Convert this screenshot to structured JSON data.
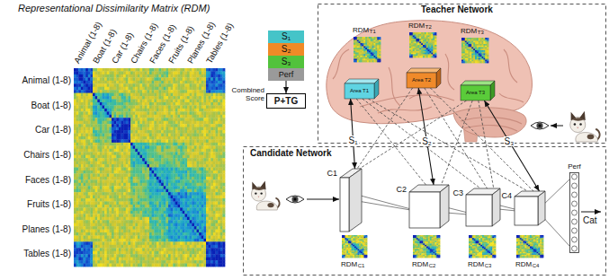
{
  "diagram": {
    "title": "Representational Dissimilarity Matrix (RDM)",
    "nodes": [
      {
        "text": [
          "S₁"
        ]
      },
      {
        "text": [
          "S₂"
        ]
      },
      {
        "text": [
          "S₃"
        ]
      },
      {
        "text": [
          "Perf"
        ]
      },
      {
        "text": [
          "P+TG"
        ]
      },
      {
        "text": [
          "Teacher Network"
        ]
      },
      {
        "text": [
          "Area T1"
        ],
        "in": 5
      },
      {
        "text": [
          "Area T2"
        ],
        "in": 5
      },
      {
        "text": [
          "Area T3"
        ],
        "in": 5
      },
      {
        "text": [
          "Candidate Network"
        ]
      },
      {
        "text": [
          "C1"
        ],
        "in": 9
      },
      {
        "text": [
          "C2"
        ],
        "in": 9
      },
      {
        "text": [
          "C3"
        ],
        "in": 9
      },
      {
        "text": [
          "C4"
        ],
        "in": 9
      },
      {
        "text": [
          "Perf"
        ],
        "in": 9
      }
    ],
    "edges": [
      {
        "from": 3,
        "to": 4,
        "arrow": "to"
      },
      {
        "from": 6,
        "to": 10,
        "label": "S₁",
        "arrow": "both"
      },
      {
        "from": 7,
        "to": 11,
        "label": "S₂",
        "arrow": "both"
      },
      {
        "from": 8,
        "to": 13,
        "label": "S₃",
        "arrow": "both"
      },
      {
        "from": 6,
        "to": 11,
        "arrow": "none"
      },
      {
        "from": 6,
        "to": 12,
        "arrow": "none"
      },
      {
        "from": 6,
        "to": 13,
        "arrow": "none"
      },
      {
        "from": 7,
        "to": 10,
        "arrow": "none"
      },
      {
        "from": 7,
        "to": 12,
        "arrow": "none"
      },
      {
        "from": 7,
        "to": 13,
        "arrow": "none"
      },
      {
        "from": 8,
        "to": 10,
        "arrow": "none"
      },
      {
        "from": 8,
        "to": 11,
        "arrow": "none"
      },
      {
        "from": 8,
        "to": 12,
        "arrow": "none"
      }
    ],
    "labels": [
      "Animal (1-8)",
      "Boat (1-8)",
      "Car (1-8)",
      "Chairs (1-8)",
      "Faces (1-8)",
      "Fruits (1-8)",
      "Planes (1-8)",
      "Tables (1-8)",
      "Animal (1-8)",
      "Boat (1-8)",
      "Car (1-8)",
      "Chairs (1-8)",
      "Faces (1-8)",
      "Fruits (1-8)",
      "Planes (1-8)",
      "Tables (1-8)",
      "Combined Score",
      "RDM",
      "T1",
      "RDM",
      "T2",
      "RDM",
      "T3",
      "RDM",
      "C1",
      "RDM",
      "C2",
      "RDM",
      "C3",
      "RDM",
      "C4",
      "Cat"
    ]
  }
}
